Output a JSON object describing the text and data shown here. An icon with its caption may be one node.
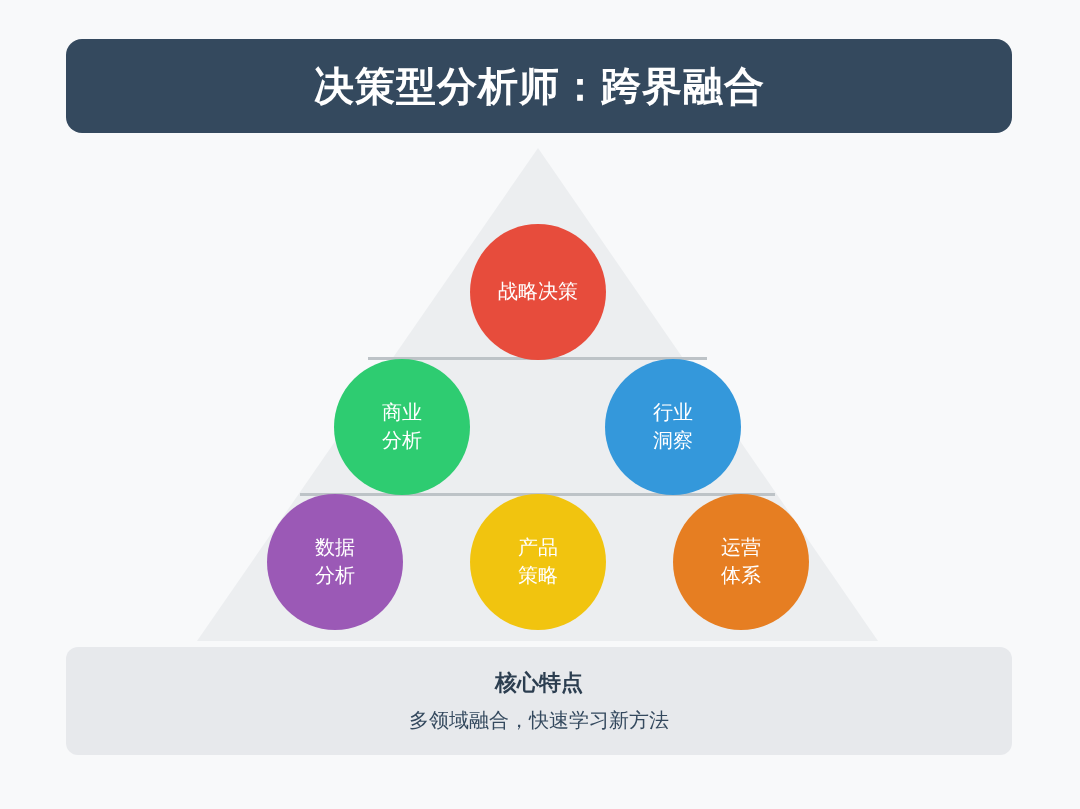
{
  "diagram": {
    "title": "决策型分析师：跨界融合",
    "nodes": [
      {
        "text": [
          "战略决策"
        ]
      },
      {
        "text": [
          "商业分析"
        ]
      },
      {
        "text": [
          "行业洞察"
        ]
      },
      {
        "text": [
          "数据分析"
        ]
      },
      {
        "text": [
          "产品策略"
        ]
      },
      {
        "text": [
          "运营体系"
        ]
      },
      {
        "text": [
          "核心特点",
          "多领域融合，快速学习新方法"
        ]
      }
    ]
  }
}
